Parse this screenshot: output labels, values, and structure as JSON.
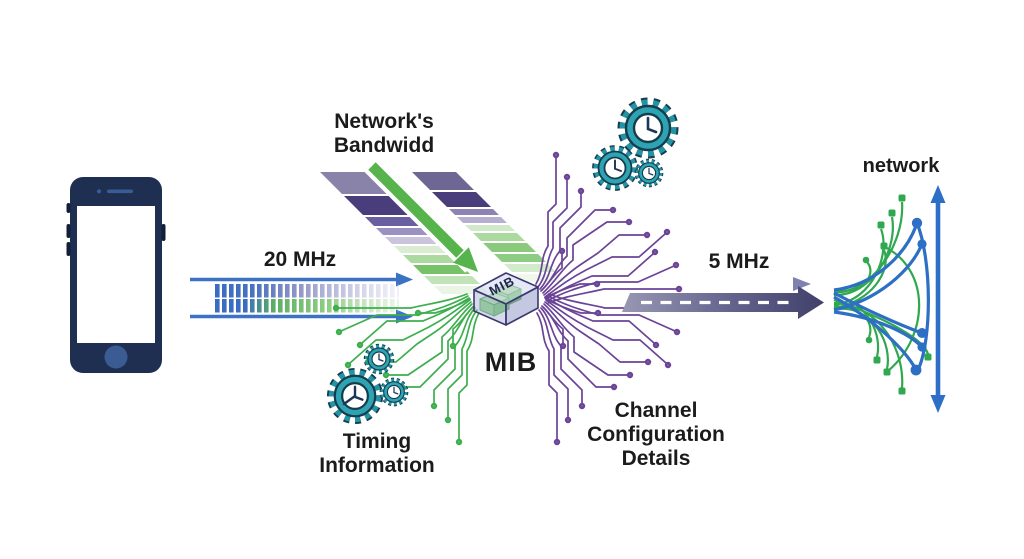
{
  "diagram": {
    "labels": {
      "network_bandwidth": "Network's Bandwidd",
      "input_rate": "20 MHz",
      "output_rate": "5 MHz",
      "mib_box": "MIB",
      "mib_caption": "MIB",
      "timing_information": "Timing Information",
      "channel_configuration": "Channel Configuration Details",
      "network": "network"
    },
    "icons": {
      "smartphone-icon": "dark navy phone with white screen and home button",
      "gear-clock-icon": "teal gear with white clock face",
      "mib-box-icon": "translucent 3D box with green blocks inside",
      "wire-bundle-icon": "circuit-trace wire fan with endpoint dots",
      "bandwidth-band-icon": "diagonal striped ribbon with green arrow",
      "road-arrow-icon": "dark arrow with white dashed center line",
      "network-graph-icon": "fan of green and blue curves with nodes and vertical double arrow"
    },
    "colors": {
      "background": "#ffffff",
      "text": "#1b1b1b",
      "arrow_blue": "#3b72c4",
      "bar_blue": "#3a6cc2",
      "bar_lavender": "#9a9dcb",
      "bar_green": "#74c167",
      "band_purple_dark": "#4a3d7c",
      "band_purple": "#6a5fa0",
      "band_green": "#5bb74e",
      "band_arrow_green": "#57b44c",
      "wire_purple": "#6b4397",
      "wire_green": "#3dae4e",
      "gear_teal": "#2ea3b4",
      "gear_outline": "#153e4d",
      "phone_body": "#1f2f52",
      "phone_accent": "#3a5c92",
      "road_dark": "#40406a",
      "road_light": "#9898b4",
      "network_green": "#2fa84f",
      "network_blue": "#2d6fc4"
    }
  }
}
